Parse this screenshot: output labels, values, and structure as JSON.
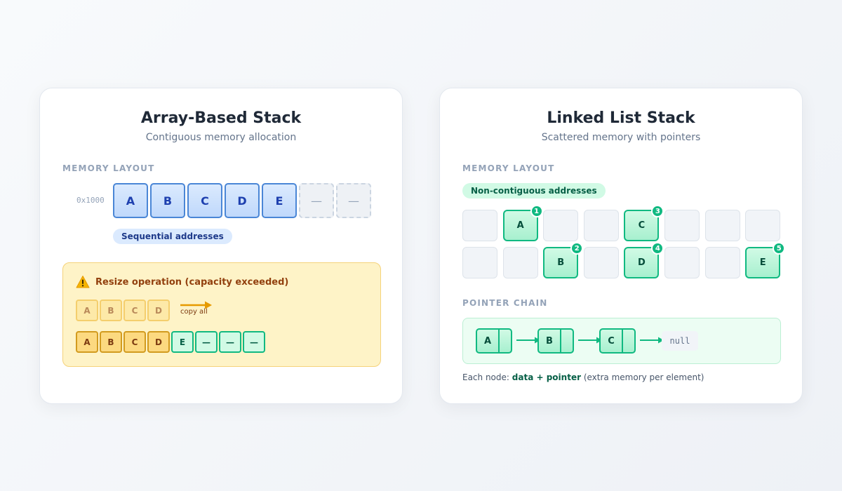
{
  "array_stack": {
    "title": "Array-Based Stack",
    "subtitle": "Contiguous memory allocation",
    "memory_label": "MEMORY LAYOUT",
    "base_address": "0x1000",
    "cells": [
      {
        "value": "A",
        "state": "filled"
      },
      {
        "value": "B",
        "state": "filled"
      },
      {
        "value": "C",
        "state": "filled"
      },
      {
        "value": "D",
        "state": "filled"
      },
      {
        "value": "E",
        "state": "filled"
      },
      {
        "value": "—",
        "state": "empty"
      },
      {
        "value": "—",
        "state": "empty"
      }
    ],
    "sequential_badge": "Sequential addresses",
    "resize": {
      "icon": "warning-icon",
      "title": "Resize operation (capacity exceeded)",
      "old_cells": [
        "A",
        "B",
        "C",
        "D"
      ],
      "copy_label": "copy all",
      "new_cells": [
        {
          "value": "A",
          "kind": "copied"
        },
        {
          "value": "B",
          "kind": "copied"
        },
        {
          "value": "C",
          "kind": "copied"
        },
        {
          "value": "D",
          "kind": "copied"
        },
        {
          "value": "E",
          "kind": "added"
        },
        {
          "value": "—",
          "kind": "added"
        },
        {
          "value": "—",
          "kind": "added"
        },
        {
          "value": "—",
          "kind": "added"
        }
      ]
    }
  },
  "linked_stack": {
    "title": "Linked List Stack",
    "subtitle": "Scattered memory with pointers",
    "memory_label": "MEMORY LAYOUT",
    "noncontiguous_badge": "Non-contiguous addresses",
    "grid": [
      [
        null,
        {
          "value": "A",
          "order": "1"
        },
        null,
        null,
        {
          "value": "C",
          "order": "3"
        },
        null,
        null,
        null
      ],
      [
        null,
        null,
        {
          "value": "B",
          "order": "2"
        },
        null,
        {
          "value": "D",
          "order": "4"
        },
        null,
        null,
        {
          "value": "E",
          "order": "5"
        }
      ]
    ],
    "chain_label": "POINTER CHAIN",
    "chain_nodes": [
      "A",
      "B",
      "C"
    ],
    "null_label": "null",
    "note_prefix": "Each node:",
    "note_strong": "data + pointer",
    "note_suffix": "(extra memory per element)"
  },
  "colors": {
    "array_blue": "#4a86d6",
    "resize_amber": "#fef3c7",
    "list_green": "#10b981"
  }
}
